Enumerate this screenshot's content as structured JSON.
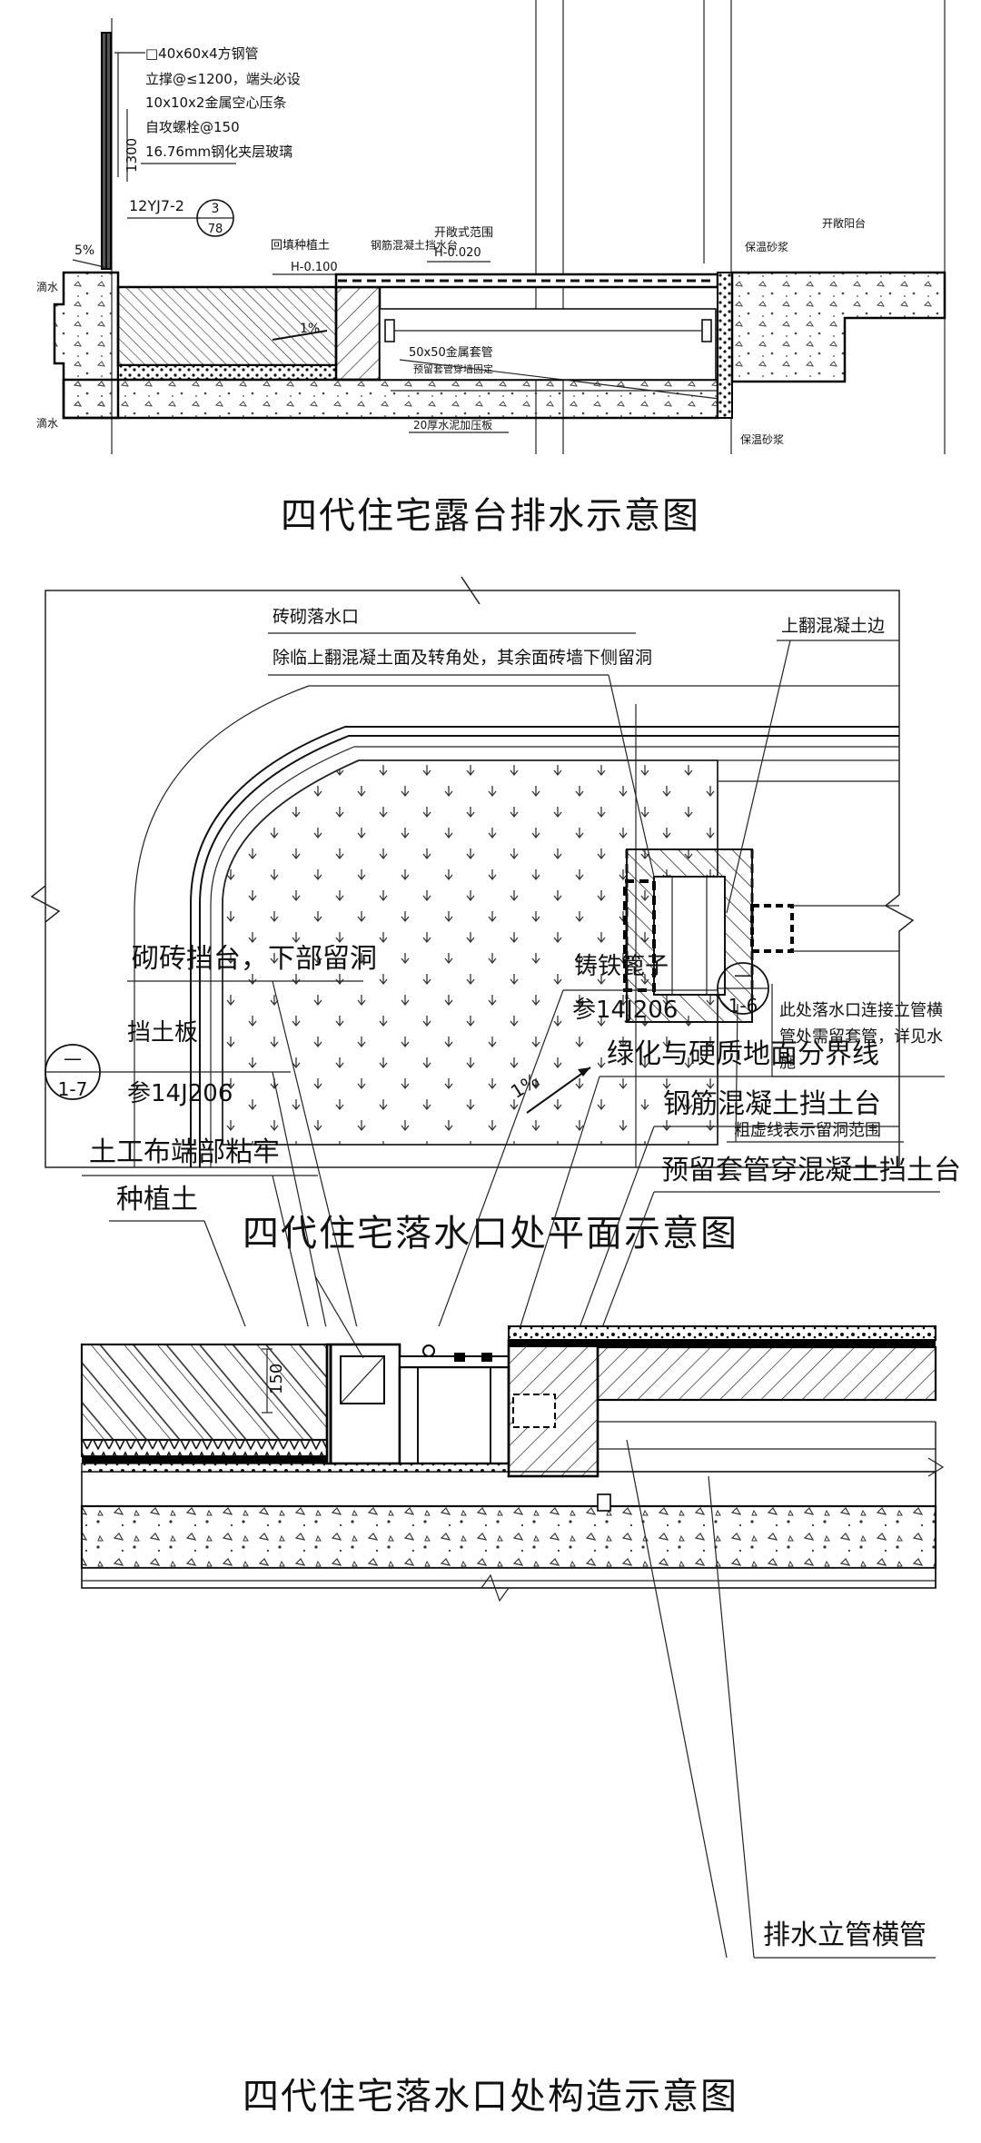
{
  "figure1": {
    "caption": "四代住宅露台排水示意图",
    "notes": [
      "□40x60x4方钢管",
      "立撑@≤1200，端头必设",
      "10x10x2金属空心压条",
      "自攻螺栓@150",
      "16.76mm钢化夹层玻璃"
    ],
    "height_dim": "1300",
    "ref_code": "12YJ7-2",
    "ref_num": "3",
    "ref_den": "78",
    "slope": "5%",
    "label_soil": "回填种植土",
    "label_soil_elev": "H-0.100",
    "label_wall": "钢筋混凝土挡水台",
    "label_open_range": "开敞式范围",
    "label_open_elev": "H-0.020",
    "label_fall": "1%",
    "label_pipe": "50x50金属套管",
    "label_pipe_note": "预留套管穿墙固定",
    "label_mortar": "20厚水泥加压板",
    "label_insul_top": "保温砂浆",
    "label_insul_bottom": "保温砂浆",
    "label_balcony": "开敞阳台",
    "label_drip_top": "滴水",
    "label_drip_bottom": "滴水"
  },
  "figure2": {
    "caption": "四代住宅落水口处平面示意图",
    "label_drain": "砖砌落水口",
    "label_drain_note": "除临上翻混凝土面及转角处，其余面砖墙下侧留洞",
    "label_edge": "上翻混凝土边",
    "label_slope": "1%",
    "label_pipe_1": "此处落水口连接立管横",
    "label_pipe_2": "管处需留套管，详见水",
    "label_pipe_3": "施",
    "label_dashed": "粗虚线表示留洞范围"
  },
  "figure3": {
    "caption": "四代住宅落水口处构造示意图",
    "label_brick": "砌砖挡台，下部留洞",
    "label_grate": "铸铁篦子",
    "ref_grate_top": "—",
    "ref_grate_bottom": "1-6",
    "ref_grate_code": "参14J206",
    "label_board": "挡土板",
    "ref_board_top": "—",
    "ref_board_bottom": "1-7",
    "ref_board_code": "参14J206",
    "label_boundary": "绿化与硬质地面分界线",
    "label_rc": "钢筋混凝土挡土台",
    "label_geotex": "土工布端部粘牢",
    "label_sleeve": "预留套管穿混凝土挡土台",
    "label_planting": "种植土",
    "dim_150": "150",
    "label_pipes": "排水立管横管"
  }
}
